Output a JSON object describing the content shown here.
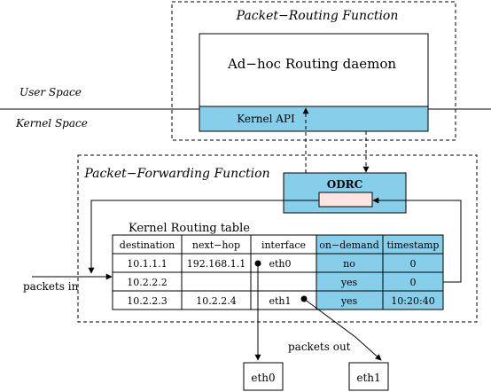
{
  "labels": {
    "packet_routing_function": "Packet−Routing Function",
    "adhoc_routing_daemon": "Ad−hoc Routing daemon",
    "user_space": "User Space",
    "kernel_space": "Kernel Space",
    "kernel_api": "Kernel API",
    "packet_forwarding_function": "Packet−Forwarding Function",
    "odrc": "ODRC",
    "kernel_routing_table": "Kernel Routing table",
    "packets_in": "packets in",
    "packets_out": "packets out",
    "eth0_box": "eth0",
    "eth1_box": "eth1"
  },
  "table": {
    "headers": [
      "destination",
      "next−hop",
      "interface",
      "on−demand",
      "timestamp"
    ],
    "rows": [
      [
        "10.1.1.1",
        "192.168.1.1",
        "eth0",
        "no",
        "0"
      ],
      [
        "10.2.2.2",
        "",
        "",
        "yes",
        "0"
      ],
      [
        "10.2.2.3",
        "10.2.2.4",
        "eth1",
        "yes",
        "10:20:40"
      ]
    ]
  },
  "colors": {
    "highlight_blue": "#87ceeb",
    "odrc_inner_pink": "#ffe4e1",
    "line": "#000000"
  }
}
